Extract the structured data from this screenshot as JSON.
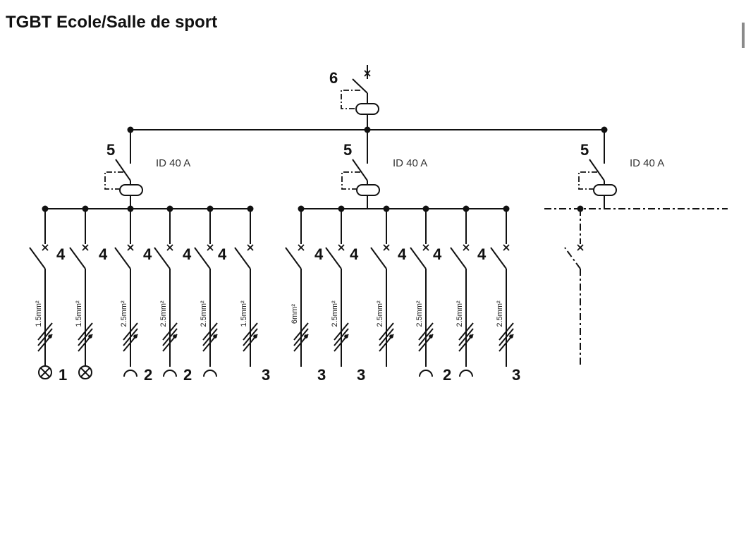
{
  "title": "TGBT Ecole/Salle de sport",
  "main_breaker": {
    "number": "6"
  },
  "differential_breakers": [
    {
      "number": "5",
      "rating": "ID 40 A"
    },
    {
      "number": "5",
      "rating": "ID 40 A"
    },
    {
      "number": "5",
      "rating": "ID 40 A"
    }
  ],
  "groups": [
    {
      "circuits": [
        {
          "breaker": "4",
          "section": "1.5mm²",
          "load": "lamp",
          "load_label": "1"
        },
        {
          "breaker": "4",
          "section": "1.5mm²",
          "load": "lamp",
          "load_label": ""
        },
        {
          "breaker": "4",
          "section": "2.5mm²",
          "load": "socket",
          "load_label": "2"
        },
        {
          "breaker": "4",
          "section": "2.5mm²",
          "load": "socket",
          "load_label": "2"
        },
        {
          "breaker": "4",
          "section": "2.5mm²",
          "load": "socket",
          "load_label": ""
        },
        {
          "breaker": "",
          "section": "1.5mm²",
          "load": "none",
          "load_label": "3"
        }
      ]
    },
    {
      "circuits": [
        {
          "breaker": "4",
          "section": "6mm²",
          "load": "none",
          "load_label": "3"
        },
        {
          "breaker": "4",
          "section": "2.5mm²",
          "load": "none",
          "load_label": "3"
        },
        {
          "breaker": "4",
          "section": "2.5mm²",
          "load": "none",
          "load_label": ""
        },
        {
          "breaker": "4",
          "section": "2.5mm²",
          "load": "socket",
          "load_label": "2"
        },
        {
          "breaker": "4",
          "section": "2.5mm²",
          "load": "socket",
          "load_label": ""
        },
        {
          "breaker": "",
          "section": "2.5mm²",
          "load": "none",
          "load_label": "3"
        }
      ]
    }
  ],
  "reserve": {
    "style": "dash-dot"
  },
  "colors": {
    "line": "#111111",
    "text": "#111111",
    "scrollbar": "#8a8a8a"
  }
}
